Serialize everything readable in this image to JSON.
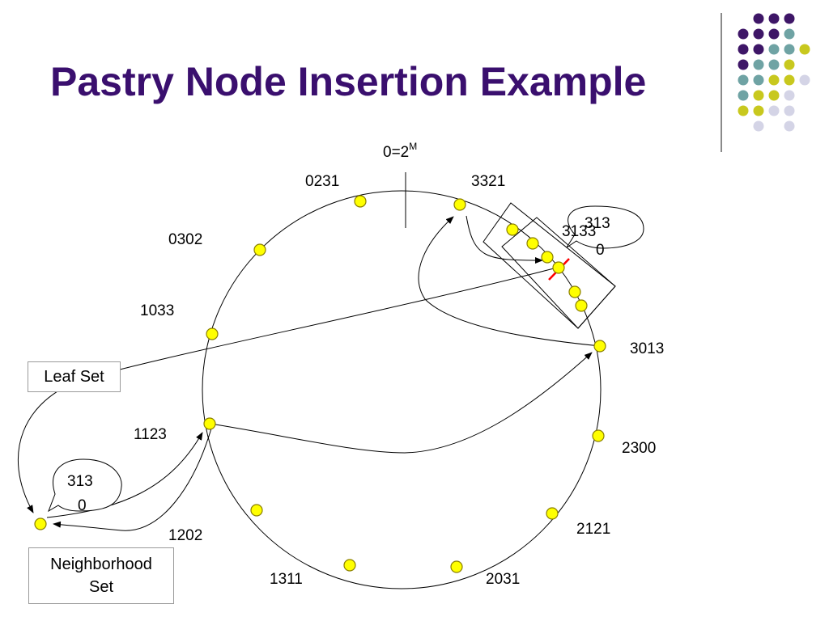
{
  "slide": {
    "title": "Pastry Node Insertion Example"
  },
  "diagram": {
    "origin_label": "0=2",
    "origin_sup": "M",
    "ring_nodes": [
      "0231",
      "3321",
      "0302",
      "1033",
      "3013",
      "1123",
      "2300",
      "1202",
      "2121",
      "1311",
      "2031"
    ],
    "zoomed_label": "3133",
    "new_node_lines": [
      "313",
      "0"
    ],
    "leaf_set_label": "Leaf Set",
    "neighborhood_set_label_lines": [
      "Neighborhood",
      "Set"
    ]
  },
  "colors": {
    "title": "#3a0f6e",
    "node_fill": "#ffff00",
    "node_stroke": "#8a7f00",
    "cut_mark": "#ff0000",
    "deco_purple": "#3e1667",
    "deco_teal": "#6fa3a4",
    "deco_yellow": "#c8c81e",
    "deco_lavender": "#d4d4e6"
  }
}
